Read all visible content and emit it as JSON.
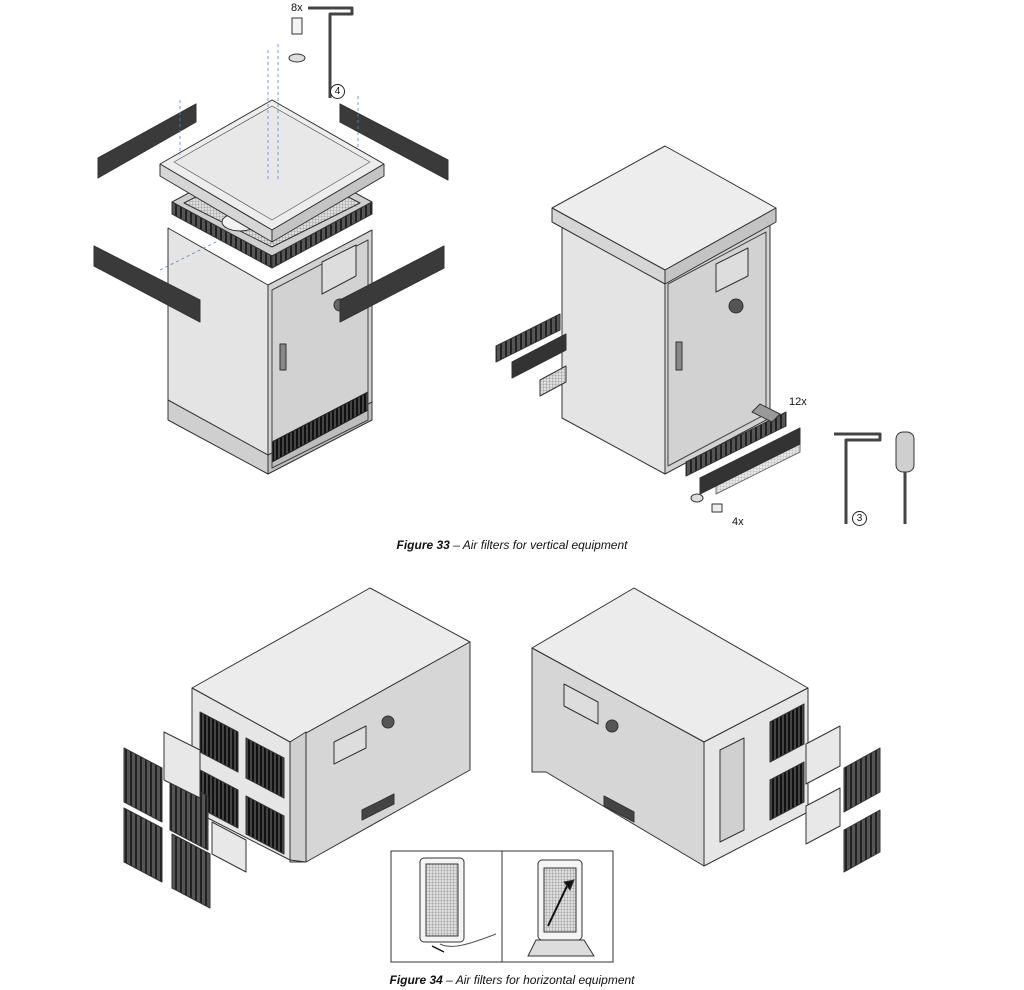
{
  "figure33": {
    "label": "Figure 33",
    "separator": " – ",
    "text": "Air filters for vertical equipment"
  },
  "figure34": {
    "label": "Figure 34",
    "separator": " – ",
    "text": "Air filters for horizontal equipment"
  },
  "callouts": {
    "screws_top": "8x",
    "screws_side": "12x",
    "screws_bottom": "4x",
    "step_a": "4",
    "step_b": "3"
  }
}
